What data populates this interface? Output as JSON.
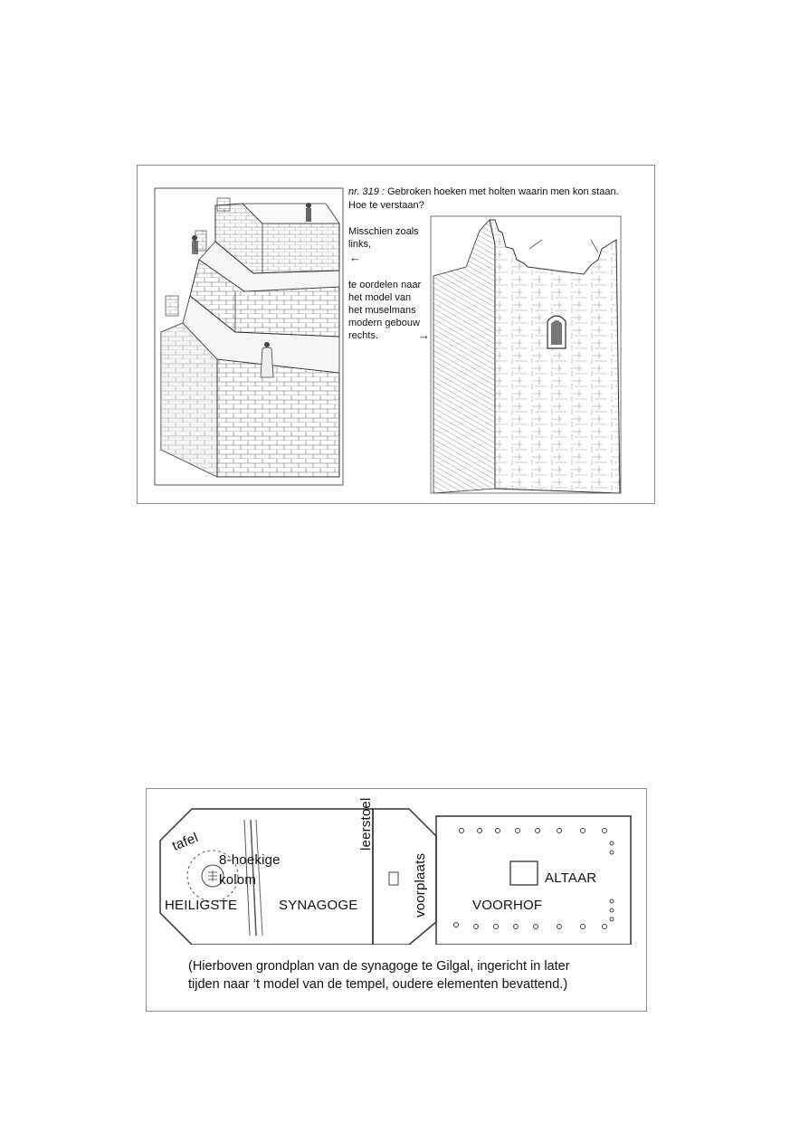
{
  "figure1": {
    "caption_number": "nr. 319 :",
    "caption_line1": "Gebroken hoeken met holten waarin men kon staan.",
    "caption_line2": "Hoe te verstaan?",
    "misschien_line1": "Misschien zoals",
    "misschien_line2": "links,",
    "arrow_left": "←",
    "oordelen_lines": [
      "te oordelen naar",
      "het model van",
      "het muselmans",
      "modern gebouw",
      "rechts."
    ],
    "arrow_right": "→"
  },
  "figure2": {
    "labels": {
      "tafel": "tafel",
      "hoekige": "8-hoekige",
      "kolom": "kolom",
      "heiligste": "HEILIGSTE",
      "synagoge": "SYNAGOGE",
      "leerstoel": "leerstoel",
      "voorplaats": "voorplaats",
      "voorhof": "VOORHOF",
      "altaar": "ALTAAR"
    },
    "caption_line1": "(Hierboven grondplan van de synagoge te Gilgal, ingericht in later",
    "caption_line2": "tijden naar ‘t model van de tempel, oudere elementen bevattend.)"
  }
}
